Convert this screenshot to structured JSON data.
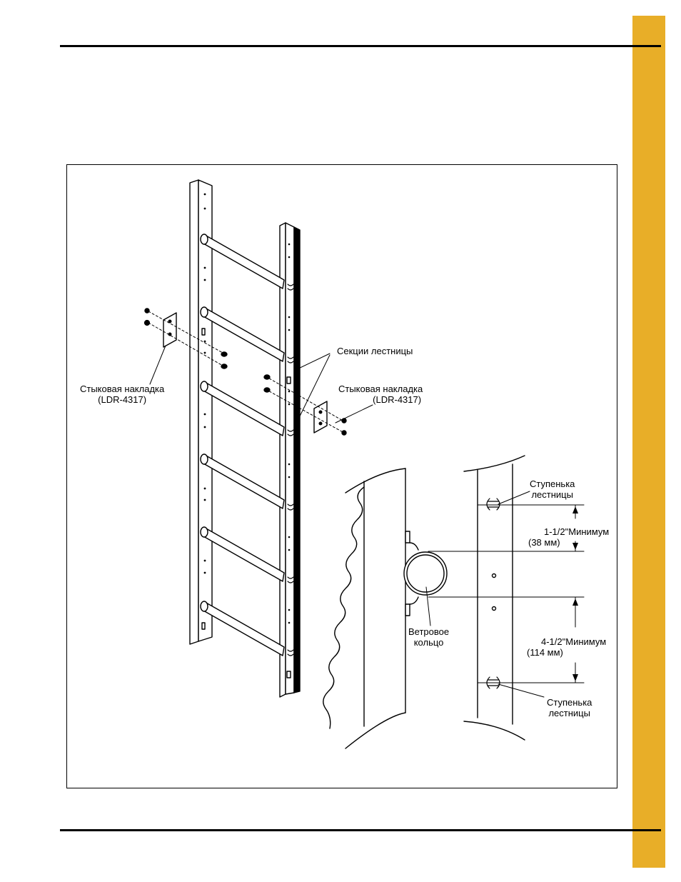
{
  "colors": {
    "tab": "#E8AE28",
    "line": "#000000",
    "paper": "#ffffff"
  },
  "labels": {
    "splice_left_name": "Стыковая накладка",
    "splice_left_part": "(LDR-4317)",
    "splice_right_name": "Стыковая накладка",
    "splice_right_part": "(LDR-4317)",
    "ladder_sections": "Секции лестницы",
    "rung_top_1": "Ступенька",
    "rung_top_2": "лестницы",
    "min_small": "1-1/2\"Минимум",
    "min_small_mm": "(38 мм)",
    "wind_ring_1": "Ветровое",
    "wind_ring_2": "кольцо",
    "min_large": "4-1/2\"Минимум",
    "min_large_mm": "(114 мм)",
    "rung_bottom_1": "Ступенька",
    "rung_bottom_2": "лестницы"
  }
}
